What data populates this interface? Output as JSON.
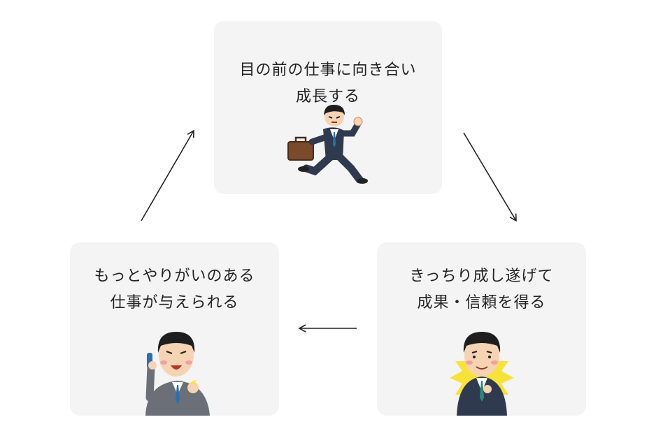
{
  "cards": {
    "top": {
      "line1": "目の前の仕事に向き合い",
      "line2": "成長する",
      "icon": "running-businessman-icon"
    },
    "right": {
      "line1": "きっちり成し遂げて",
      "line2": "成果・信頼を得る",
      "icon": "confident-businessman-icon"
    },
    "left": {
      "line1": "もっとやりがいのある",
      "line2": "仕事が与えられる",
      "icon": "phone-call-businessman-icon"
    }
  },
  "colors": {
    "card_bg": "#f4f4f4",
    "suit": "#2f3a4f",
    "tie": "#2a6fb0",
    "burst": "#f7e23a",
    "arrow": "#222222"
  }
}
